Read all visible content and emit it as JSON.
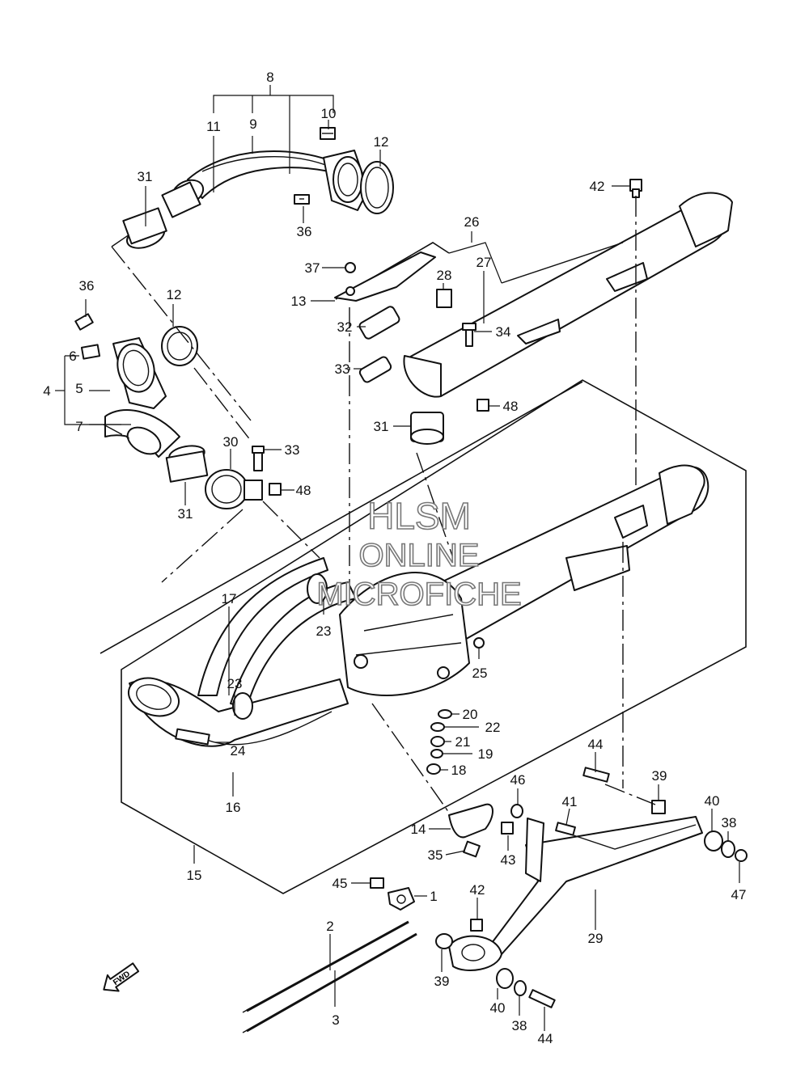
{
  "watermark": {
    "line1": "HLSM",
    "line2": "ONLINE",
    "line3": "MICROFICHE"
  },
  "direction_badge": "FWD",
  "callouts": {
    "c1": "1",
    "c2": "2",
    "c3": "3",
    "c4": "4",
    "c5": "5",
    "c6": "6",
    "c7": "7",
    "c8": "8",
    "c9": "9",
    "c10": "10",
    "c11": "11",
    "c12a": "12",
    "c12b": "12",
    "c13": "13",
    "c14": "14",
    "c15": "15",
    "c16": "16",
    "c17": "17",
    "c18": "18",
    "c19": "19",
    "c20": "20",
    "c21": "21",
    "c22": "22",
    "c23a": "23",
    "c23b": "23",
    "c24": "24",
    "c25": "25",
    "c26": "26",
    "c27": "27",
    "c28": "28",
    "c29": "29",
    "c30": "30",
    "c31a": "31",
    "c31b": "31",
    "c31c": "31",
    "c32": "32",
    "c33a": "33",
    "c33b": "33",
    "c34": "34",
    "c35": "35",
    "c36a": "36",
    "c36b": "36",
    "c37": "37",
    "c38a": "38",
    "c38b": "38",
    "c39a": "39",
    "c39b": "39",
    "c40a": "40",
    "c40b": "40",
    "c41": "41",
    "c42a": "42",
    "c42b": "42",
    "c43": "43",
    "c44a": "44",
    "c44b": "44",
    "c45": "45",
    "c47": "47",
    "c46": "46",
    "c48a": "48",
    "c48b": "48"
  }
}
